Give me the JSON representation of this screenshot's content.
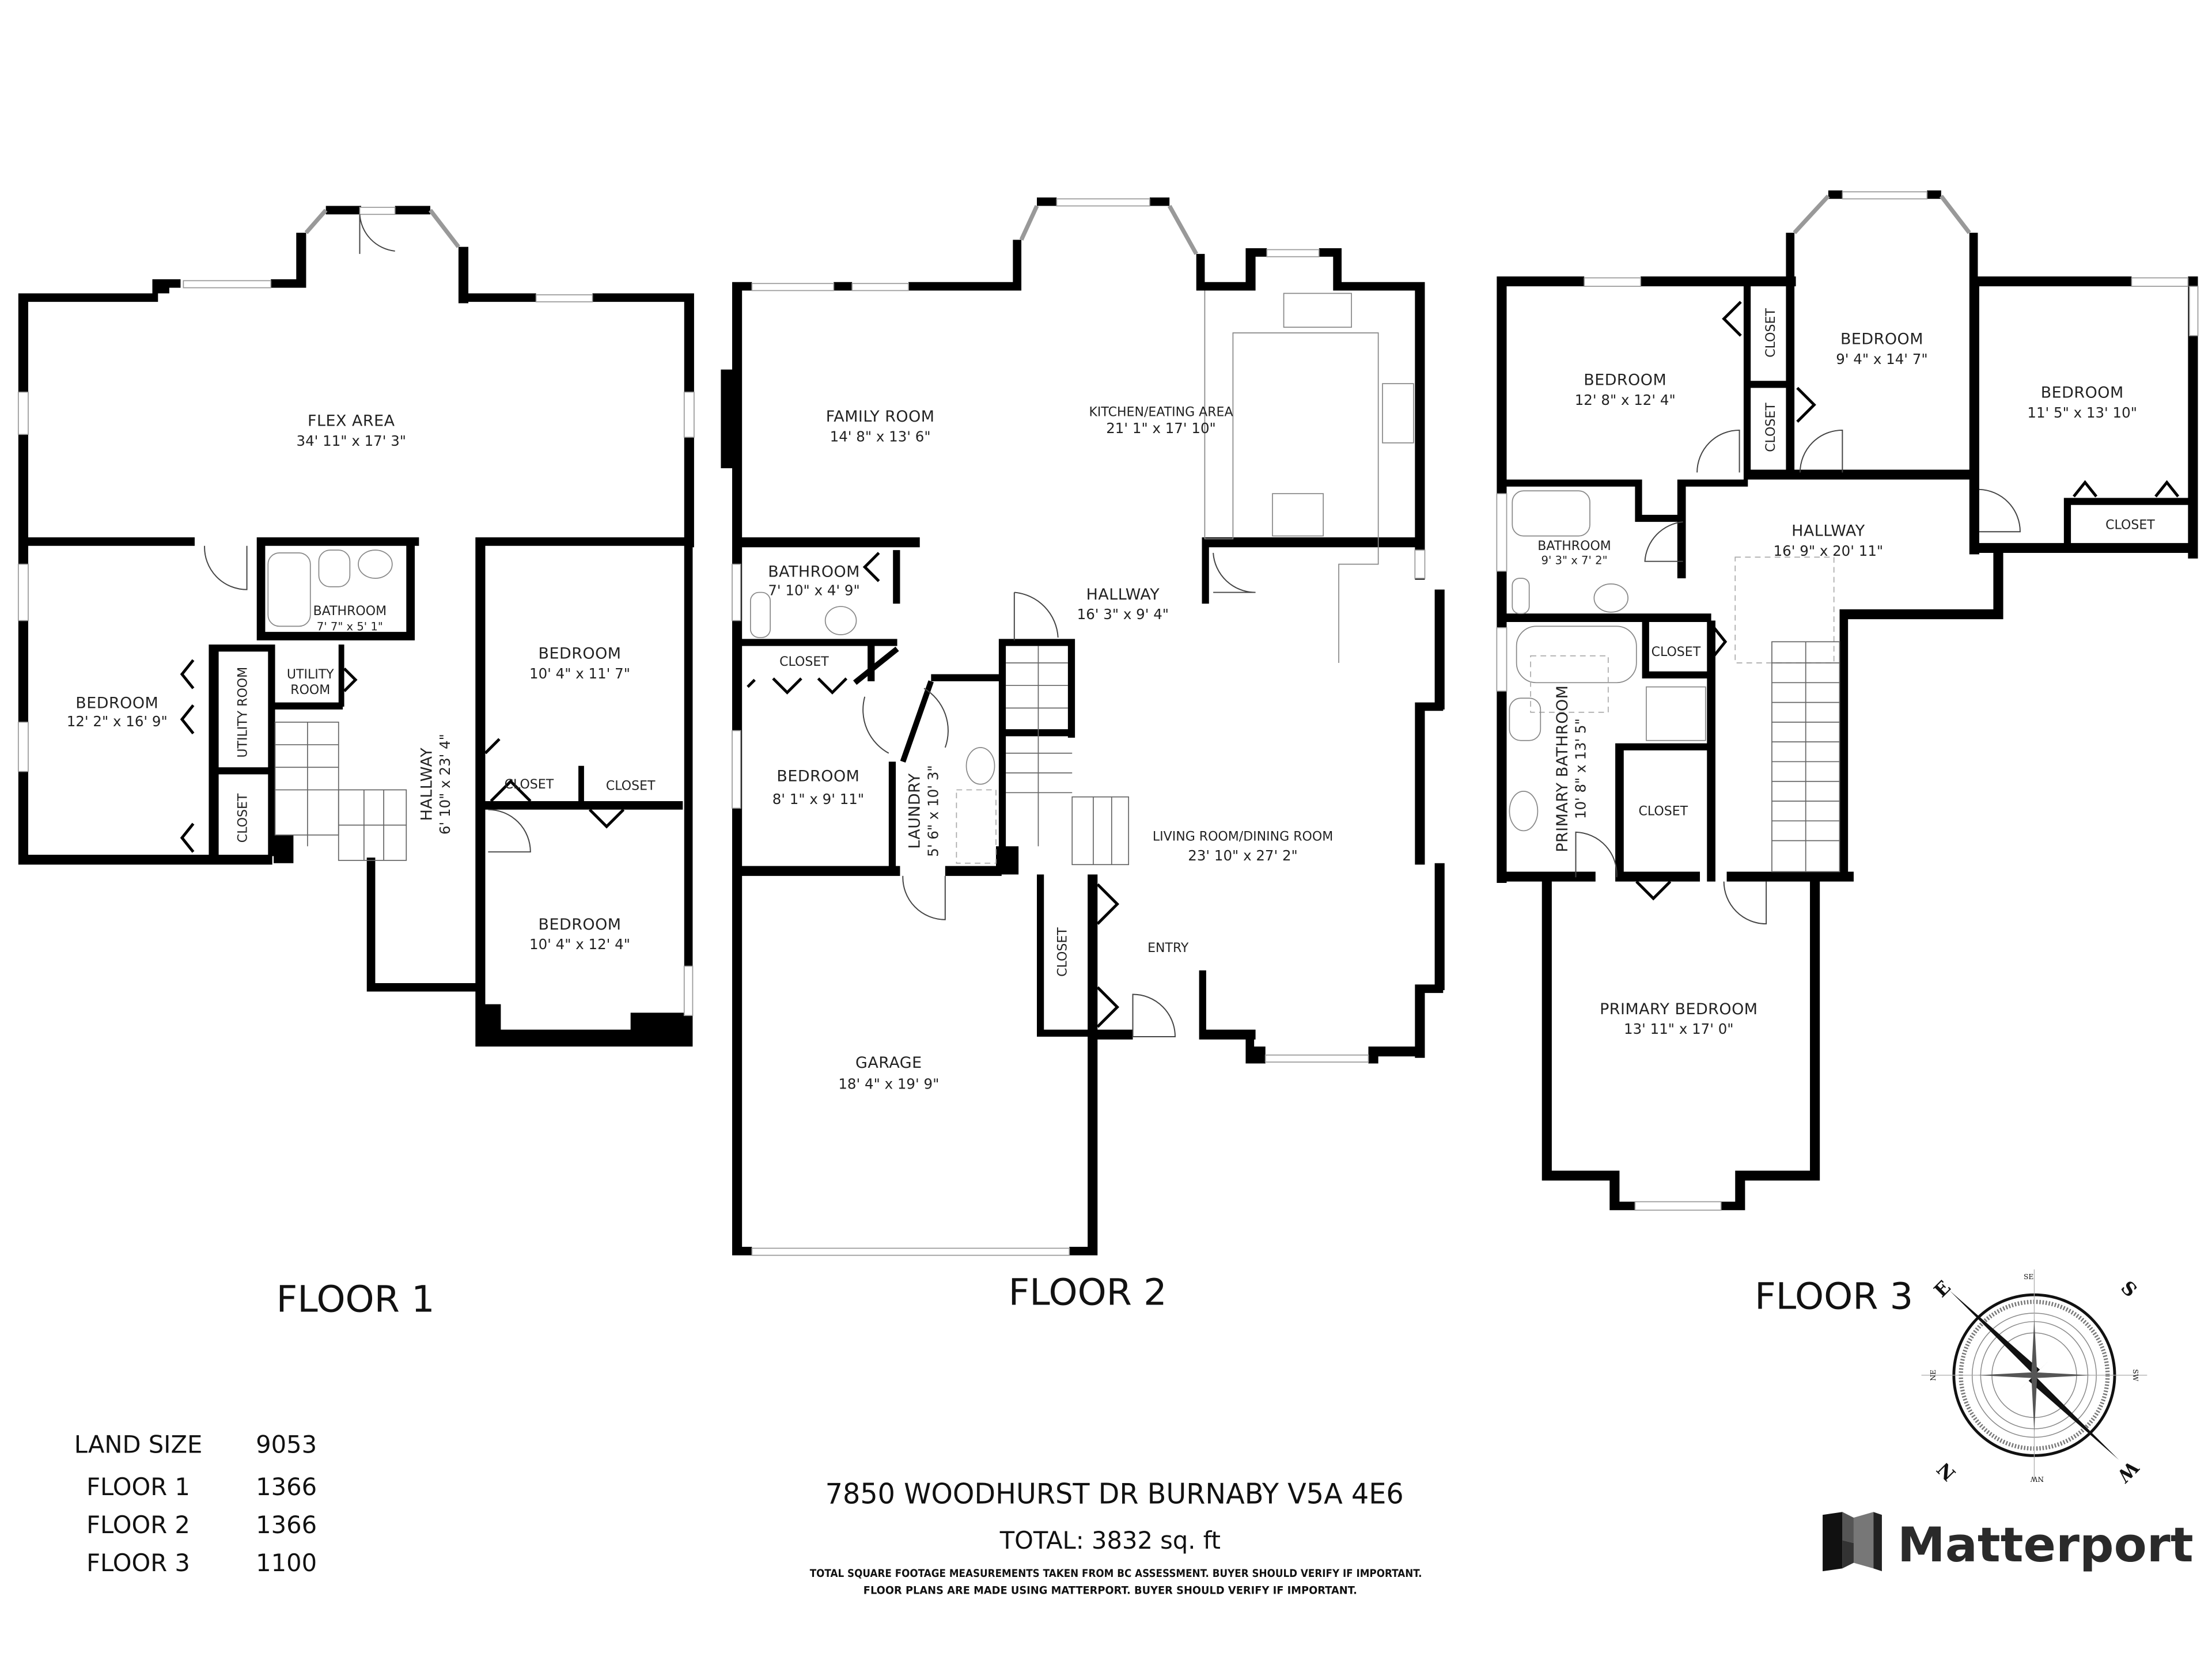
{
  "floors": [
    {
      "label": "FLOOR 1",
      "rooms": [
        {
          "name": "FLEX AREA",
          "dims": "34' 11\" x 17' 3\""
        },
        {
          "name": "BEDROOM",
          "dims": "12' 2\" x 16' 9\""
        },
        {
          "name": "BATHROOM",
          "dims": "7' 7\" x 5' 1\""
        },
        {
          "name": "UTILITY ROOM",
          "dims": ""
        },
        {
          "name": "UTILITY",
          "name2": "ROOM",
          "dims": ""
        },
        {
          "name": "CLOSET",
          "dims": ""
        },
        {
          "name": "HALLWAY",
          "dims": "6' 10\" x 23' 4\""
        },
        {
          "name": "BEDROOM",
          "dims": "10' 4\" x 11' 7\""
        },
        {
          "name": "CLOSET",
          "dims": ""
        },
        {
          "name": "CLOSET",
          "dims": ""
        },
        {
          "name": "BEDROOM",
          "dims": "10' 4\" x 12' 4\""
        }
      ]
    },
    {
      "label": "FLOOR 2",
      "rooms": [
        {
          "name": "FAMILY ROOM",
          "dims": "14' 8\" x 13' 6\""
        },
        {
          "name": "KITCHEN/EATING AREA",
          "dims": "21' 1\" x 17' 10\""
        },
        {
          "name": "BATHROOM",
          "dims": "7' 10\" x 4' 9\""
        },
        {
          "name": "HALLWAY",
          "dims": "16' 3\" x 9' 4\""
        },
        {
          "name": "CLOSET",
          "dims": ""
        },
        {
          "name": "BEDROOM",
          "dims": "8' 1\" x 9' 11\""
        },
        {
          "name": "LAUNDRY",
          "dims": "5' 6\" x 10' 3\""
        },
        {
          "name": "LIVING ROOM/DINING ROOM",
          "dims": "23' 10\" x 27' 2\""
        },
        {
          "name": "CLOSET",
          "dims": ""
        },
        {
          "name": "ENTRY",
          "dims": ""
        },
        {
          "name": "GARAGE",
          "dims": "18' 4\" x 19' 9\""
        }
      ]
    },
    {
      "label": "FLOOR 3",
      "rooms": [
        {
          "name": "BEDROOM",
          "dims": "12' 8\" x 12' 4\""
        },
        {
          "name": "CLOSET",
          "dims": ""
        },
        {
          "name": "CLOSET",
          "dims": ""
        },
        {
          "name": "BEDROOM",
          "dims": "9' 4\" x 14' 7\""
        },
        {
          "name": "BEDROOM",
          "dims": "11' 5\" x 13' 10\""
        },
        {
          "name": "CLOSET",
          "dims": ""
        },
        {
          "name": "BATHROOM",
          "dims": "9' 3\" x 7' 2\""
        },
        {
          "name": "HALLWAY",
          "dims": "16' 9\" x 20' 11\""
        },
        {
          "name": "CLOSET",
          "dims": ""
        },
        {
          "name": "PRIMARY BATHROOM",
          "dims": "10' 8\" x 13' 5\""
        },
        {
          "name": "CLOSET",
          "dims": ""
        },
        {
          "name": "PRIMARY BEDROOM",
          "dims": "13' 11\" x 17' 0\""
        }
      ]
    }
  ],
  "stats": [
    {
      "label": "LAND SIZE",
      "value": "9053"
    },
    {
      "label": "FLOOR 1",
      "value": "1366"
    },
    {
      "label": "FLOOR 2",
      "value": "1366"
    },
    {
      "label": "FLOOR 3",
      "value": "1100"
    }
  ],
  "address": "7850 WOODHURST DR BURNABY V5A 4E6",
  "total": "TOTAL: 3832 sq. ft",
  "disclaimer": [
    "TOTAL SQUARE FOOTAGE MEASUREMENTS TAKEN FROM BC ASSESSMENT. BUYER SHOULD VERIFY IF IMPORTANT.",
    "FLOOR PLANS ARE MADE USING MATTERPORT. BUYER SHOULD VERIFY IF IMPORTANT."
  ],
  "compass": {
    "icon": "compass-rose-icon",
    "major": [
      "E",
      "S",
      "W",
      "N"
    ],
    "minor": [
      "SE",
      "SW",
      "NW",
      "NE"
    ]
  },
  "brand": {
    "name": "Matterport",
    "icon": "matterport-logo-icon",
    "color": "#2a2a2a"
  },
  "colors": {
    "wall": "#000000",
    "background": "#ffffff",
    "text": "#222222"
  }
}
